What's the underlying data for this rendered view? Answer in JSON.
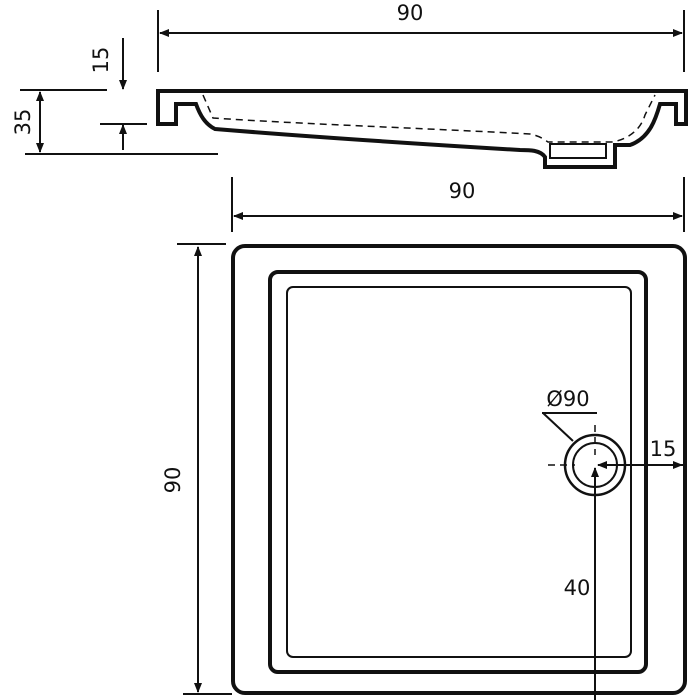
{
  "side_view": {
    "width_label": "90",
    "rim_label": "15",
    "height_label": "35"
  },
  "plan_view": {
    "width_label": "90",
    "depth_label": "90",
    "drain_diameter_label": "Ø90",
    "drain_edge_offset_label": "15",
    "drain_front_offset_label": "40"
  }
}
